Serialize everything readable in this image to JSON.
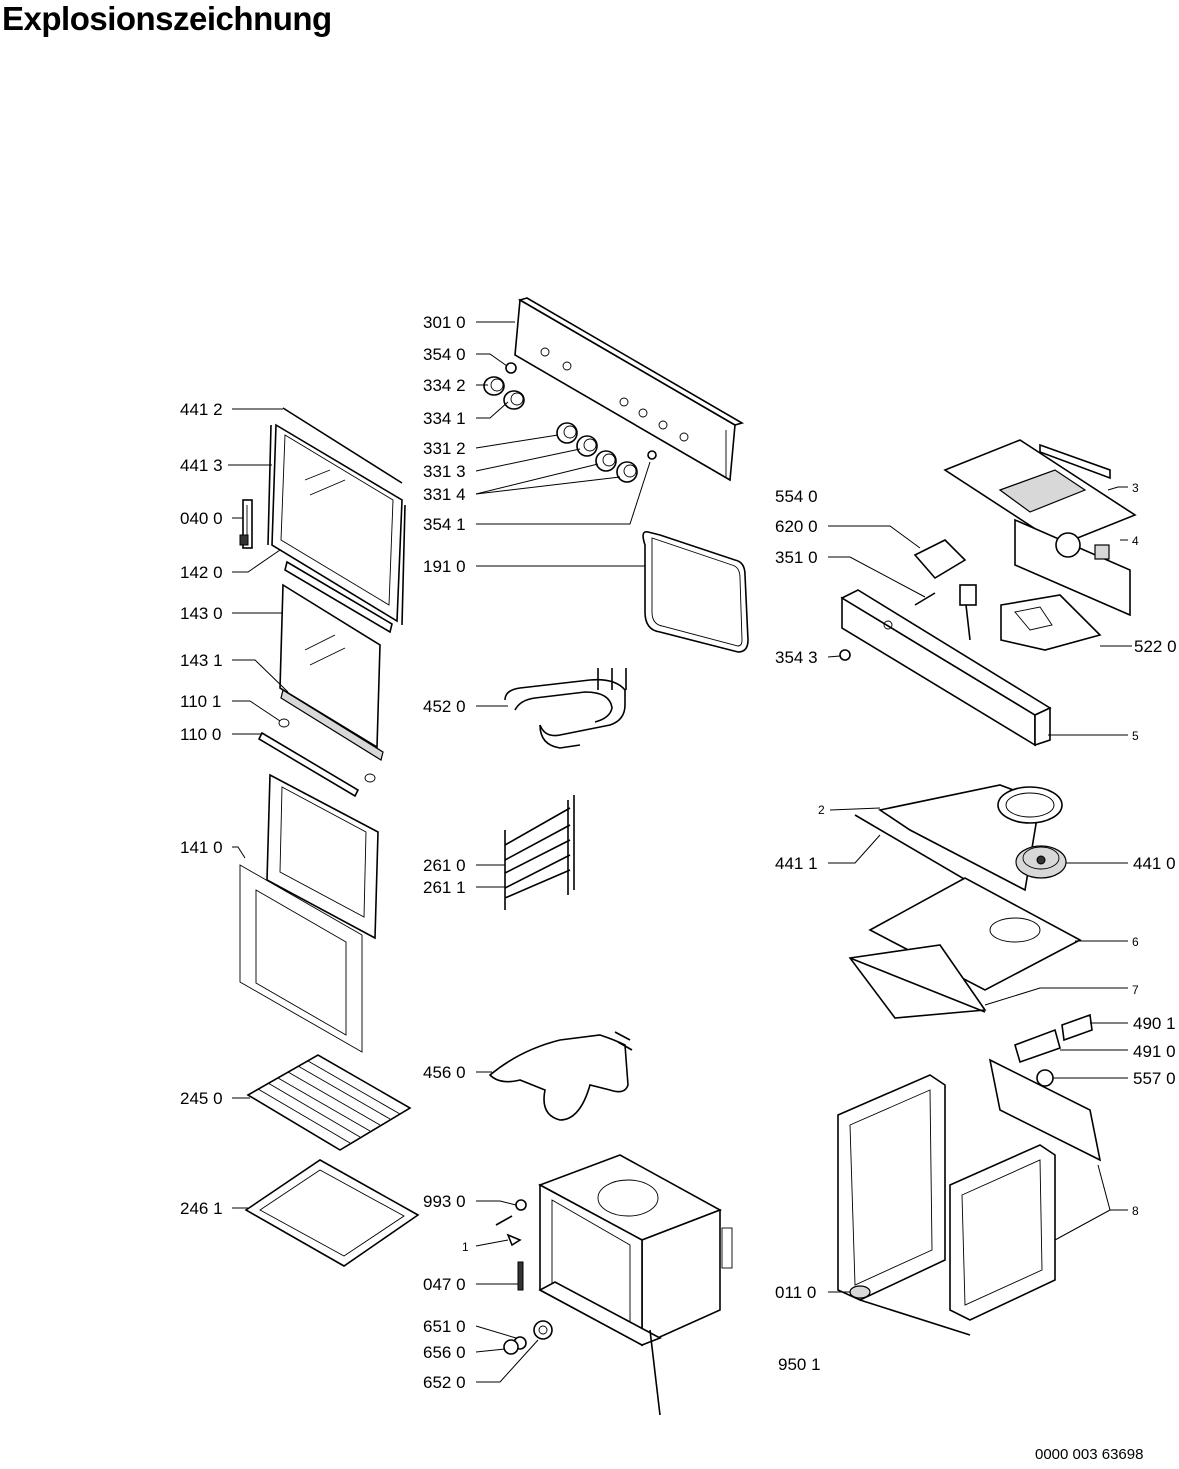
{
  "title": "Explosionszeichnung",
  "document_number": "0000 003 63698",
  "labels": {
    "l3010": "301 0",
    "l3540": "354 0",
    "l3342": "334 2",
    "l3341": "334 1",
    "l4412": "441 2",
    "l4413": "441 3",
    "l3312": "331 2",
    "l3313": "331 3",
    "l3314": "331 4",
    "l0400": "040 0",
    "l3541": "354 1",
    "l1420": "142 0",
    "l1910": "191 0",
    "l1430": "143 0",
    "l1431": "143 1",
    "l1101": "110 1",
    "l1100": "110 0",
    "l4520": "452 0",
    "l1410": "141 0",
    "l2610": "261 0",
    "l2611": "261 1",
    "l4560": "456 0",
    "l2450": "245 0",
    "l2461": "246 1",
    "l9930": "993 0",
    "l1": "1",
    "l0470": "047 0",
    "l6510": "651 0",
    "l6560": "656 0",
    "l6520": "652 0",
    "l5540": "554 0",
    "l6200": "620 0",
    "l3510": "351 0",
    "l3543": "354 3",
    "l5220": "522 0",
    "l3": "3",
    "l4": "4",
    "l5": "5",
    "l2": "2",
    "l4411": "441 1",
    "l4410": "441 0",
    "l6": "6",
    "l7": "7",
    "l4901": "490 1",
    "l4910": "491 0",
    "l5570": "557 0",
    "l8": "8",
    "l0110": "011 0",
    "l9501": "950 1"
  }
}
